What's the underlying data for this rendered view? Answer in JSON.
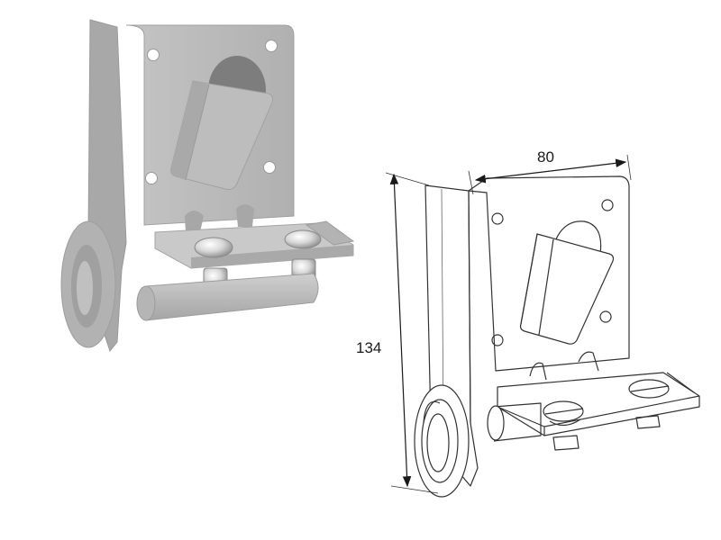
{
  "dimensions": {
    "width_label": "80",
    "height_label": "134"
  },
  "colors": {
    "render_fill": "#b9b9b9",
    "render_light": "#d2d2d2",
    "render_dark": "#9a9a9a",
    "line": "#333333",
    "background": "#ffffff"
  },
  "views": [
    {
      "name": "rendered-view"
    },
    {
      "name": "line-drawing-view"
    }
  ]
}
